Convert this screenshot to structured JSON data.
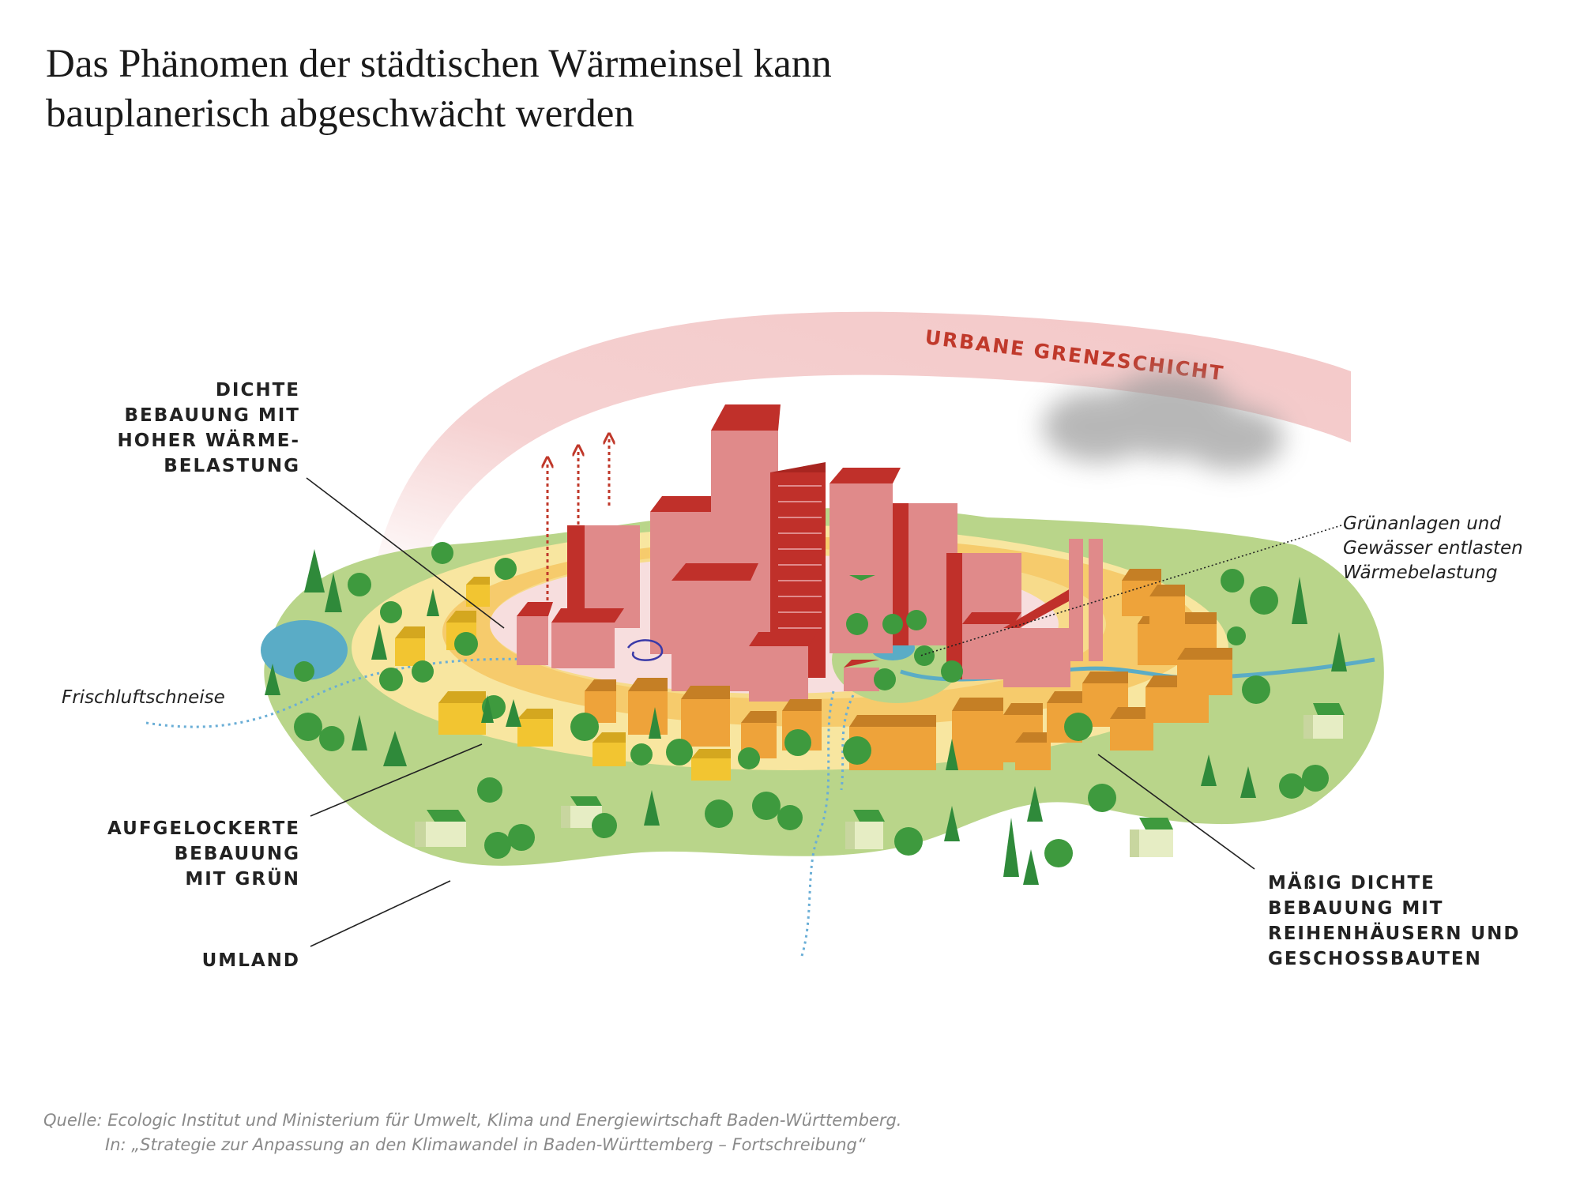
{
  "title": {
    "line1": "Das Phänomen der städtischen Wärmeinsel kann",
    "line2": "bauplanerisch abgeschwächt werden"
  },
  "diagram": {
    "boundary_layer_label": "URBANE GRENZSCHICHT",
    "labels": {
      "dense": [
        "DICHTE",
        "BEBAUUNG MIT",
        "HOHER WÄRME-",
        "BELASTUNG"
      ],
      "loose": [
        "AUFGELOCKERTE",
        "BEBAUUNG",
        "MIT GRÜN"
      ],
      "surroundings": "UMLAND",
      "medium": [
        "MÄßIG DICHTE",
        "BEBAUUNG MIT",
        "REIHENHÄUSERN UND",
        "GESCHOSSBAUTEN"
      ],
      "fresh_air": "Frischluftschneise",
      "green_water": [
        "Grünanlagen und",
        "Gewässer entlasten",
        "Wärmebelastung"
      ]
    },
    "colors": {
      "umland": "#b9d58a",
      "loose_ring": "#f8e6a0",
      "medium_ring": "#f6cb6c",
      "core": "#f7dede",
      "dense_building": "#e08a8a",
      "dense_roof": "#c0302a",
      "medium_building": "#eea33a",
      "loose_building": "#f2c531",
      "tree": "#3e9a3e",
      "water": "#5aacc6",
      "boundary_layer": "#f2c2c2"
    }
  },
  "source": {
    "line1": "Quelle: Ecologic Institut und Ministerium für Umwelt, Klima und Energiewirtschaft Baden-Württemberg.",
    "line2": "In: „Strategie zur Anpassung an den Klimawandel in Baden-Württemberg – Fortschreibung“"
  }
}
